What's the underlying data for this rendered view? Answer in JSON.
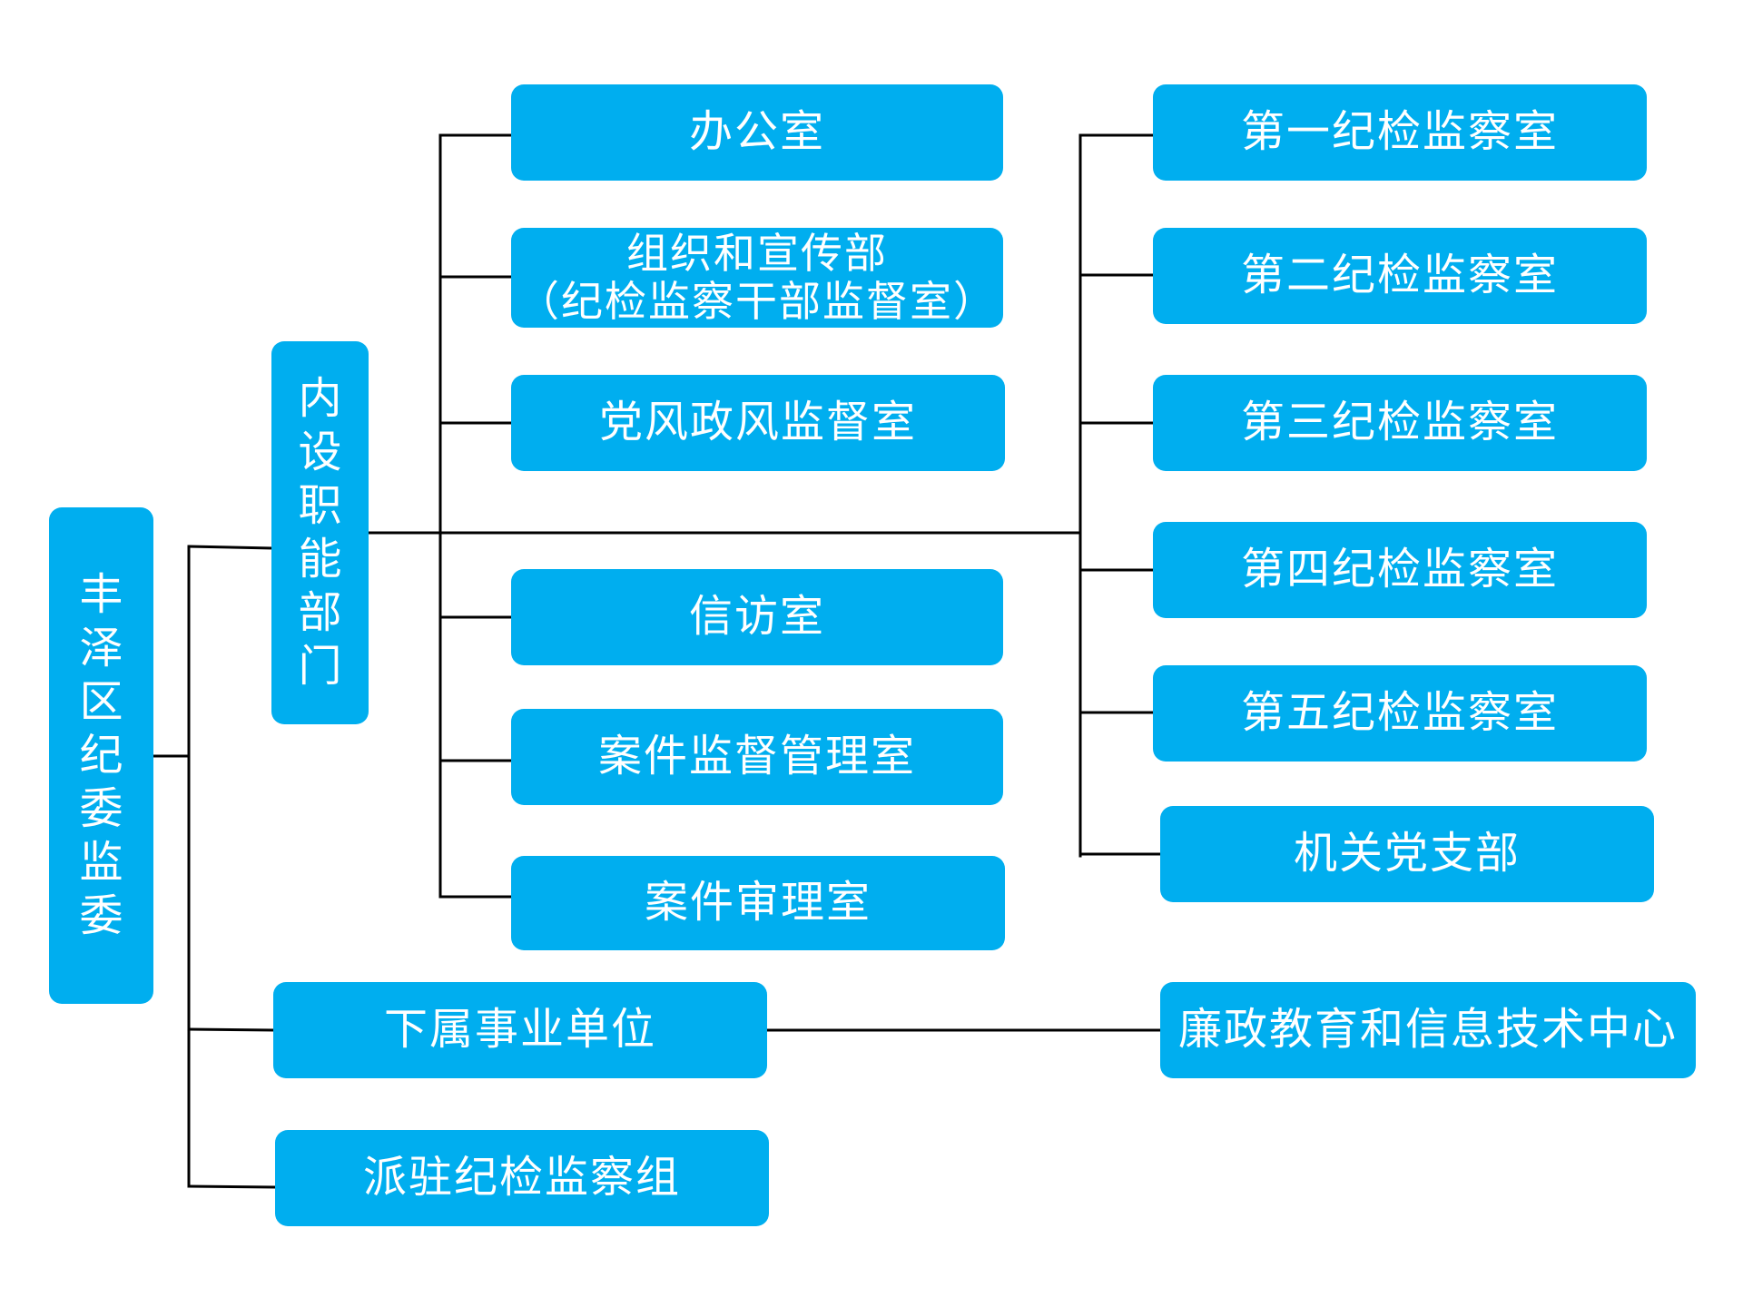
{
  "root": {
    "label_chars": [
      "丰",
      "泽",
      "区",
      "纪",
      "委",
      "监",
      "委"
    ]
  },
  "inner_departments": {
    "label_chars": [
      "内",
      "设",
      "职",
      "能",
      "部",
      "门"
    ],
    "left_column": [
      {
        "label": "办公室"
      },
      {
        "label": "组织和宣传部",
        "label_line2": "（纪检监察干部监督室）"
      },
      {
        "label": "党风政风监督室"
      },
      {
        "label": "信访室"
      },
      {
        "label": "案件监督管理室"
      },
      {
        "label": "案件审理室"
      }
    ],
    "right_column": [
      {
        "label": "第一纪检监察室"
      },
      {
        "label": "第二纪检监察室"
      },
      {
        "label": "第三纪检监察室"
      },
      {
        "label": "第四纪检监察室"
      },
      {
        "label": "第五纪检监察室"
      },
      {
        "label": "机关党支部"
      }
    ]
  },
  "subordinate_units": {
    "label": "下属事业单位",
    "child": {
      "label": "廉政教育和信息技术中心"
    }
  },
  "dispatched_group": {
    "label": "派驻纪检监察组"
  },
  "colors": {
    "node_fill": "#00aeef",
    "node_text": "#ffffff",
    "connector": "#000000",
    "background": "#ffffff"
  }
}
